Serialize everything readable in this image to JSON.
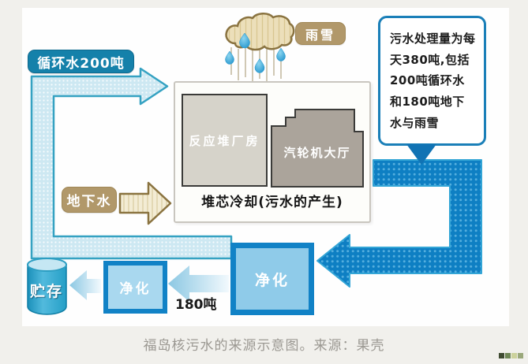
{
  "diagram": {
    "circulating_water_label": "循环水200吨",
    "rain_snow_label": "雨雪",
    "info_bubble_text": "污水处理量为每天380吨,包括200吨循环水和180吨地下水与雨雪",
    "reactor_building_label": "反应堆厂房",
    "turbine_hall_label": "汽轮机大厅",
    "core_cooling_label": "堆芯冷却(污水的产生)",
    "groundwater_label": "地下水",
    "purification_main_label": "净化",
    "purification_secondary_label": "净化",
    "tons_180_label": "180吨",
    "storage_label": "贮存",
    "flow_nodes": [
      "循环水200吨",
      "雨雪",
      "地下水",
      "堆芯冷却(污水的产生)",
      "净化",
      "净化(180吨)",
      "贮存"
    ]
  },
  "caption": "福岛核污水的来源示意图。来源：果壳",
  "colors": {
    "accent_dark_blue": "#0e7fc3",
    "accent_teal": "#1581aa",
    "light_flow_fill": "#cde8f2",
    "tan_label": "#b1986a",
    "purification_fill": "#8fcbe9",
    "caption_gray": "#9b9892"
  },
  "footer": {
    "squares": [
      "#3f4b31",
      "#6f8756",
      "#ccd29c",
      "#9aa87b"
    ]
  }
}
